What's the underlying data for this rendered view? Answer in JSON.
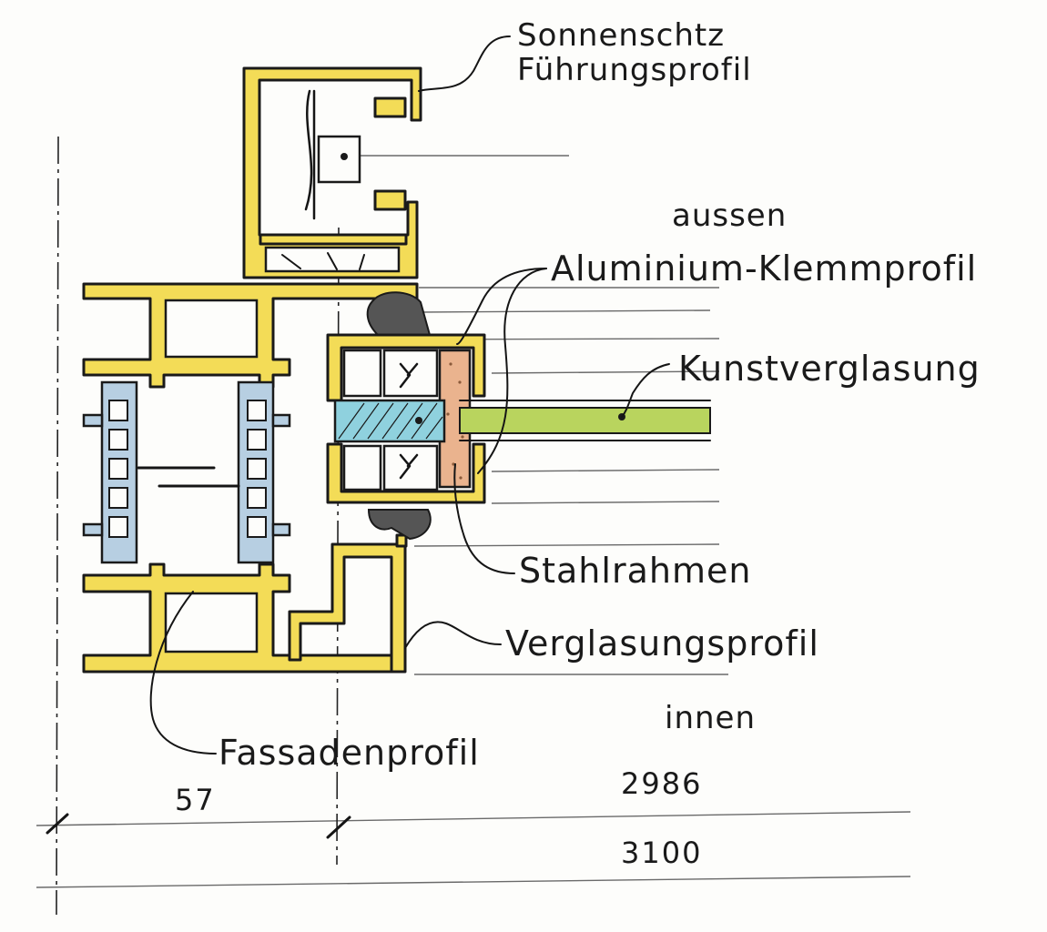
{
  "labels": {
    "sonnenschutz_line1": "Sonnenschtz",
    "sonnenschutz_line2": "Führungsprofil",
    "aussen": "aussen",
    "klemmprofil": "Aluminium-Klemmprofil",
    "kunstverglasung": "Kunstverglasung",
    "stahlrahmen": "Stahlrahmen",
    "verglasungsprofil": "Verglasungsprofil",
    "innen": "innen",
    "fassadenprofil": "Fassadenprofil"
  },
  "dimensions": {
    "left": "57",
    "upper_right": "2986",
    "lower_right": "3100"
  },
  "colors": {
    "aluminium": "#f3dc57",
    "thermal_break": "#b7cfe2",
    "steel_frame": "#eab38e",
    "glass": "#b9d45e",
    "glass_section": "#8fd1de",
    "gasket": "#555555"
  }
}
